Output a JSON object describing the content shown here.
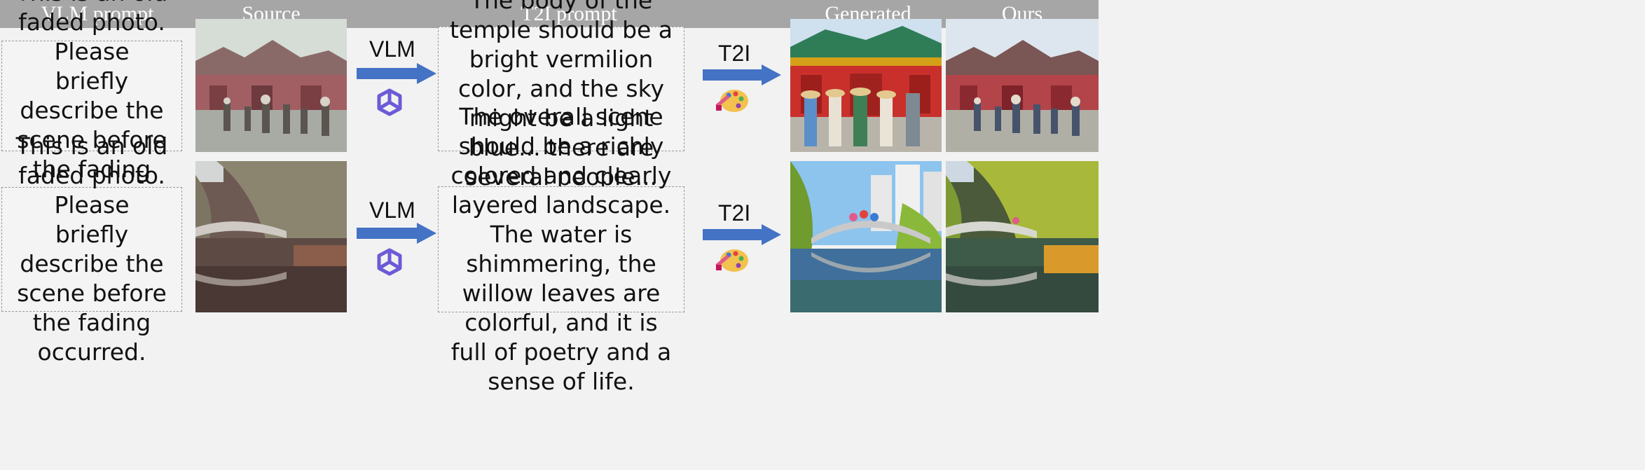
{
  "headers": {
    "vlm_prompt": "VLM prompt",
    "source": "Source",
    "t2i_prompt": "T2I prompt",
    "generated_reference": "Generated reference",
    "ours": "Ours"
  },
  "rows": [
    {
      "vlm_prompt": "This is an old faded photo. Please briefly describe the scene before the fading occurred.",
      "vlm_label": "VLM",
      "t2i_prompt": "The body of the temple should be a bright vermilion color, and the sky might be a light blue... there are several people...",
      "t2i_label": "T2I"
    },
    {
      "vlm_prompt": "This is an old faded photo. Please briefly describe the scene before the fading occurred.",
      "vlm_label": "VLM",
      "t2i_prompt": "The overall scene should be a richly colored and clearly layered landscape. The water is shimmering, the willow leaves are colorful, and it is full of poetry and a sense of life.",
      "t2i_label": "T2I"
    }
  ],
  "icons": {
    "vlm_model": "hexagon-logo-icon",
    "t2i_model": "palette-icon",
    "flow": "right-arrow-icon"
  },
  "colors": {
    "header_bg": "#a6a6a6",
    "arrow": "#4472c4",
    "logo": "#6b5bd6"
  }
}
